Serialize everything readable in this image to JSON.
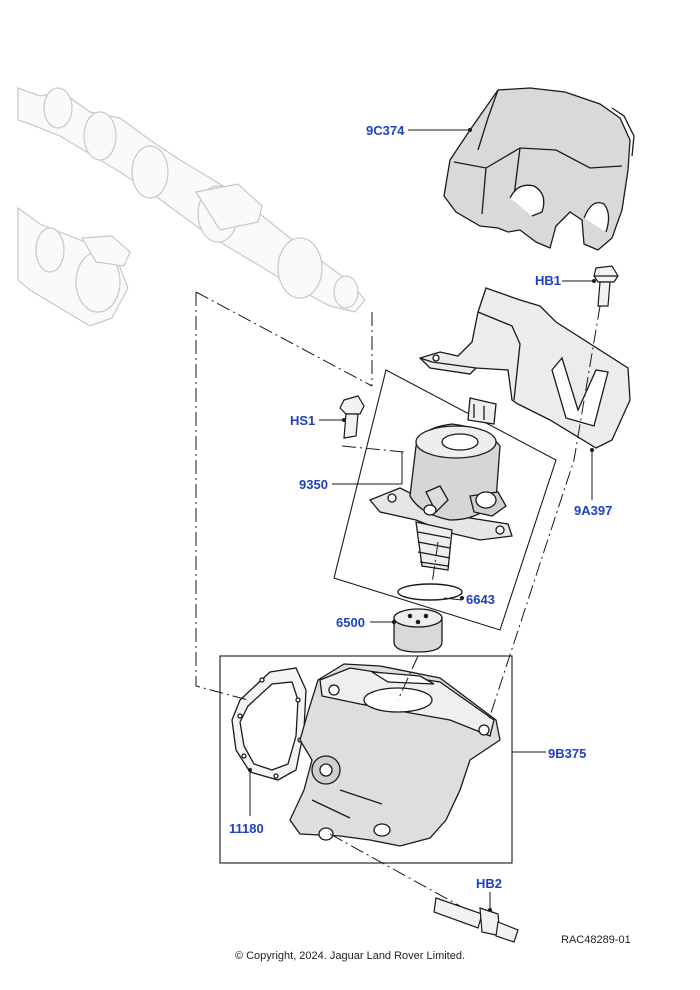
{
  "callouts": {
    "c9C374": "9C374",
    "cHB1": "HB1",
    "cHS1": "HS1",
    "c9350": "9350",
    "c9A397": "9A397",
    "c6643": "6643",
    "c6500": "6500",
    "c9B375": "9B375",
    "c11180": "11180",
    "cHB2": "HB2"
  },
  "footer": {
    "reference": "RAC48289-01",
    "copyright": "© Copyright, 2024. Jaguar Land Rover Limited."
  },
  "colors": {
    "callout": "#1f3fc4",
    "line": "#1a1a1a",
    "ghost": "#c8c8c8"
  }
}
